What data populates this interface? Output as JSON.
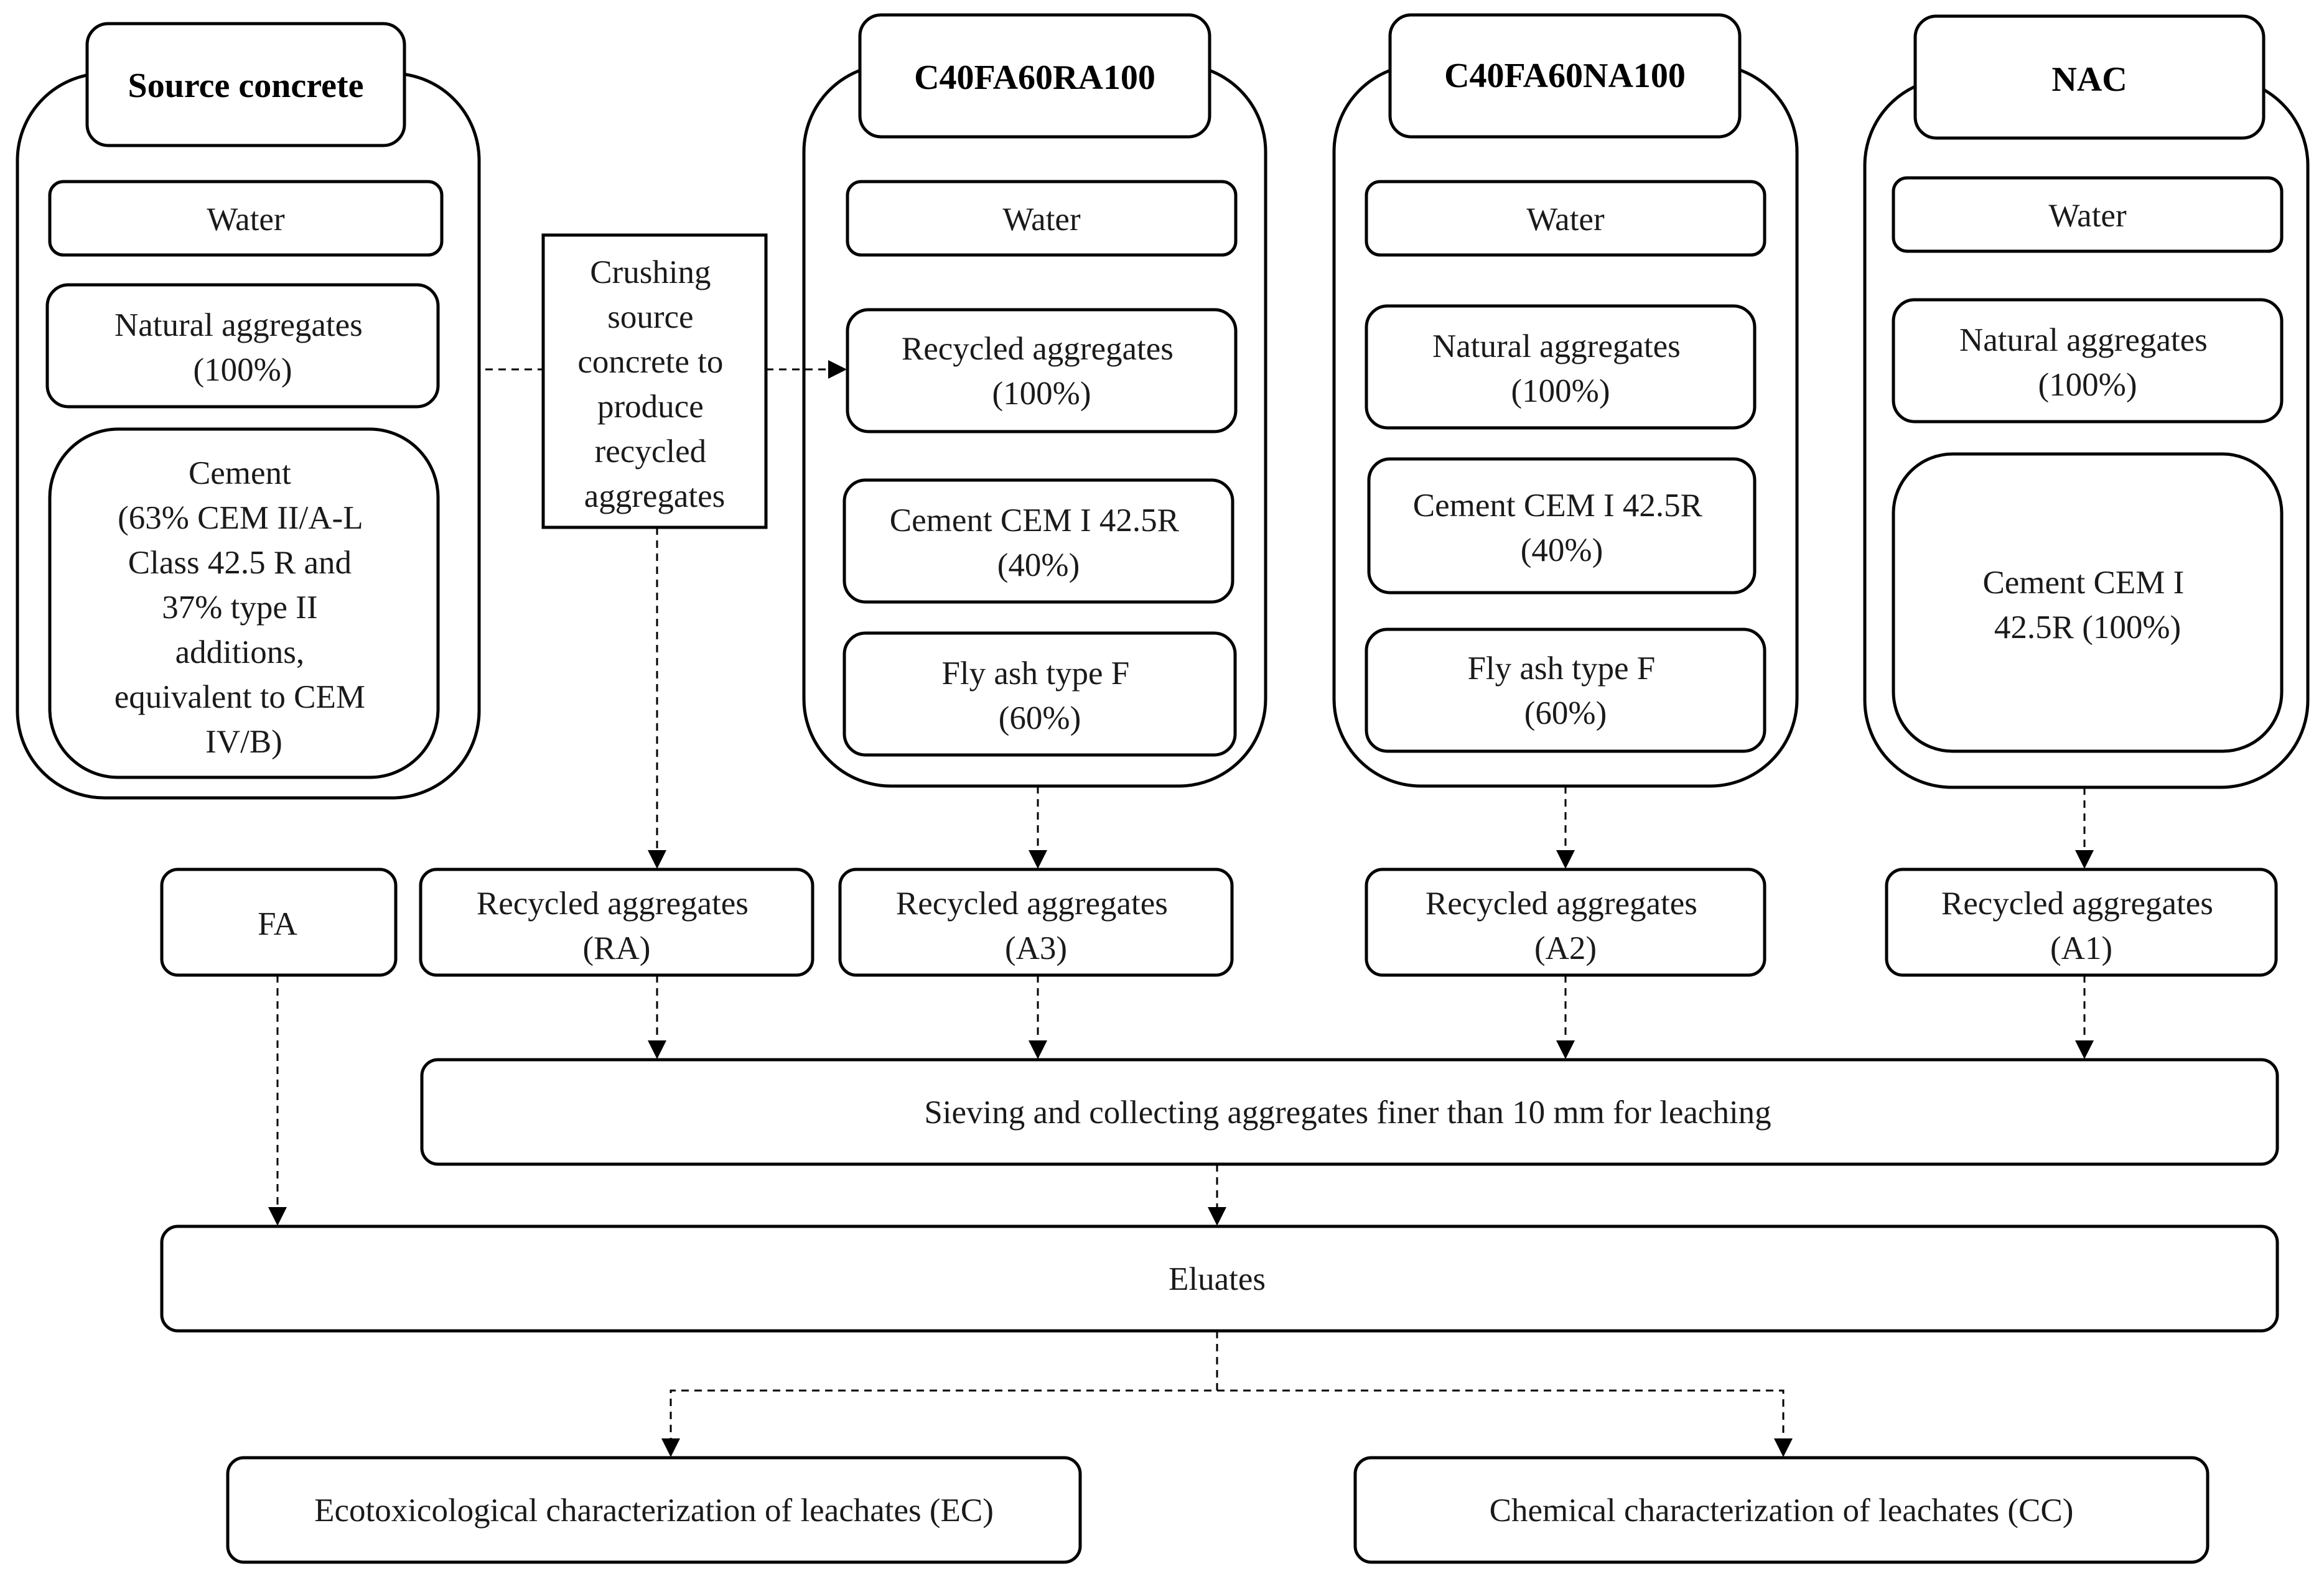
{
  "source": {
    "title": "Source concrete",
    "water": "Water",
    "aggregates": [
      "Natural aggregates",
      "(100%)"
    ],
    "cement": [
      "Cement",
      "(63% CEM  II/A-L",
      "Class 42.5 R and",
      "37% type II",
      "additions,",
      "equivalent to CEM",
      "IV/B)"
    ]
  },
  "crushing": {
    "lines": [
      "Crushing",
      "source",
      "concrete  to",
      "produce",
      "recycled",
      "aggregates"
    ]
  },
  "mix_ra": {
    "title": "C40FA60RA100",
    "water": "Water",
    "aggregates": [
      "Recycled aggregates",
      "(100%)"
    ],
    "cement": [
      "Cement CEM I 42.5R",
      "(40%)"
    ],
    "fly_ash": [
      "Fly ash type F",
      "(60%)"
    ]
  },
  "mix_na": {
    "title": "C40FA60NA100",
    "water": "Water",
    "aggregates": [
      "Natural aggregates",
      "(100%)"
    ],
    "cement": [
      "Cement CEM I 42.5R",
      "(40%)"
    ],
    "fly_ash": [
      "Fly ash type F",
      "(60%)"
    ]
  },
  "nac": {
    "title": "NAC",
    "water": "Water",
    "aggregates": [
      "Natural aggregates",
      "(100%)"
    ],
    "cement": [
      "Cement CEM I",
      "42.5R (100%)"
    ]
  },
  "row2": {
    "fa": "FA",
    "ra": [
      "Recycled aggregates",
      "(RA)"
    ],
    "a3": [
      "Recycled aggregates",
      "(A3)"
    ],
    "a2": [
      "Recycled aggregates",
      "(A2)"
    ],
    "a1": [
      "Recycled aggregates",
      "(A1)"
    ]
  },
  "sieving": "Sieving and collecting aggregates finer than 10 mm for leaching",
  "eluates": "Eluates",
  "outputs": {
    "ec": "Ecotoxicological characterization of leachates (EC)",
    "cc": "Chemical characterization of leachates (CC)"
  }
}
